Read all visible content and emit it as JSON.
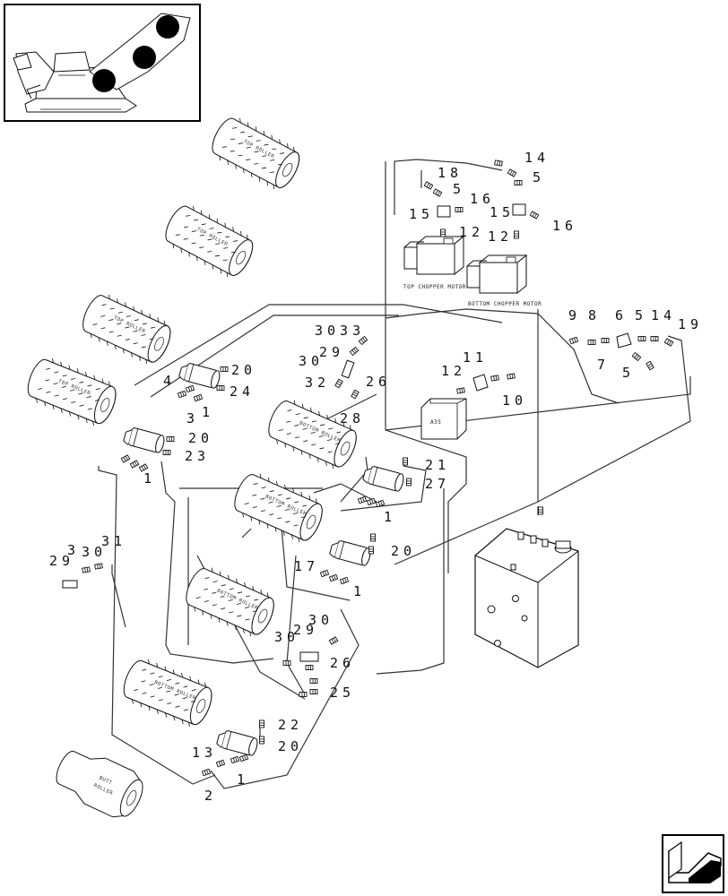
{
  "diagram": {
    "component_labels": {
      "top_roller": "TOP ROLLER",
      "bottom_roller": "BOTTOM ROLLER",
      "butt_roller_1": "BUTT",
      "butt_roller_2": "ROLLER",
      "top_chopper_motor": "TOP CHOPPER MOTOR",
      "bottom_chopper_motor": "BOTTOM CHOPPER MOTOR",
      "a35": "A35"
    },
    "callouts": [
      {
        "id": "c1",
        "text": "14"
      },
      {
        "id": "c2",
        "text": "18"
      },
      {
        "id": "c3",
        "text": "5"
      },
      {
        "id": "c4",
        "text": "5"
      },
      {
        "id": "c5",
        "text": "16"
      },
      {
        "id": "c6",
        "text": "15"
      },
      {
        "id": "c7",
        "text": "15"
      },
      {
        "id": "c8",
        "text": "16"
      },
      {
        "id": "c9",
        "text": "12"
      },
      {
        "id": "c10",
        "text": "12"
      },
      {
        "id": "c11",
        "text": "9"
      },
      {
        "id": "c12",
        "text": "8"
      },
      {
        "id": "c13",
        "text": "6"
      },
      {
        "id": "c14",
        "text": "5"
      },
      {
        "id": "c15",
        "text": "14"
      },
      {
        "id": "c16",
        "text": "19"
      },
      {
        "id": "c17",
        "text": "7"
      },
      {
        "id": "c18",
        "text": "5"
      },
      {
        "id": "c19",
        "text": "11"
      },
      {
        "id": "c20",
        "text": "12"
      },
      {
        "id": "c21",
        "text": "10"
      },
      {
        "id": "c22",
        "text": "3033"
      },
      {
        "id": "c23",
        "text": "29"
      },
      {
        "id": "c24",
        "text": "30"
      },
      {
        "id": "c25",
        "text": "32"
      },
      {
        "id": "c26",
        "text": "26"
      },
      {
        "id": "c27",
        "text": "28"
      },
      {
        "id": "c28",
        "text": "20"
      },
      {
        "id": "c29",
        "text": "4"
      },
      {
        "id": "c30",
        "text": "24"
      },
      {
        "id": "c31",
        "text": "3"
      },
      {
        "id": "c32",
        "text": "1"
      },
      {
        "id": "c33",
        "text": "20"
      },
      {
        "id": "c34",
        "text": "23"
      },
      {
        "id": "c35",
        "text": "1"
      },
      {
        "id": "c36",
        "text": "21"
      },
      {
        "id": "c37",
        "text": "27"
      },
      {
        "id": "c38",
        "text": "1"
      },
      {
        "id": "c39",
        "text": "20"
      },
      {
        "id": "c40",
        "text": "17"
      },
      {
        "id": "c41",
        "text": "1"
      },
      {
        "id": "c42",
        "text": "31"
      },
      {
        "id": "c43",
        "text": "30"
      },
      {
        "id": "c44",
        "text": "3"
      },
      {
        "id": "c45",
        "text": "29"
      },
      {
        "id": "c46",
        "text": "30"
      },
      {
        "id": "c47",
        "text": "29"
      },
      {
        "id": "c48",
        "text": "30"
      },
      {
        "id": "c49",
        "text": "26"
      },
      {
        "id": "c50",
        "text": "25"
      },
      {
        "id": "c51",
        "text": "22"
      },
      {
        "id": "c52",
        "text": "20"
      },
      {
        "id": "c53",
        "text": "13"
      },
      {
        "id": "c54",
        "text": "1"
      },
      {
        "id": "c55",
        "text": "2"
      }
    ]
  }
}
